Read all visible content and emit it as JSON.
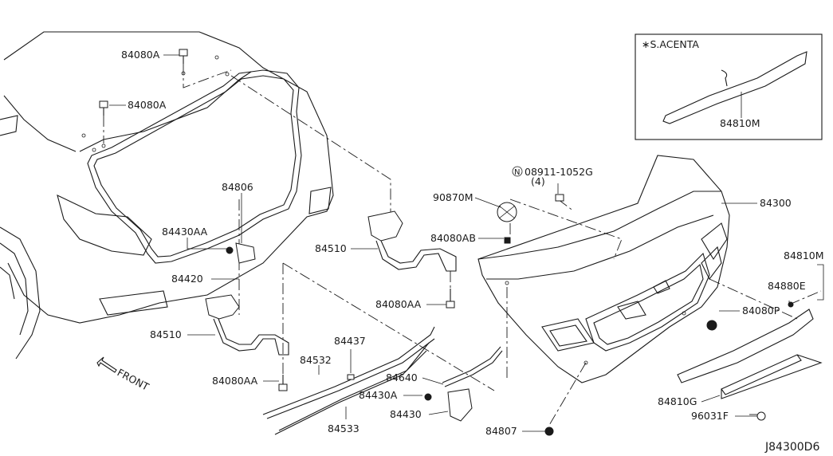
{
  "diagram_id": "J84300D6",
  "inset": {
    "title": "∗S.ACENTA",
    "part": "84810M"
  },
  "front_label": "FRONT",
  "callouts": {
    "c84080A_top": "84080A",
    "c84080A_mid": "84080A",
    "c84806": "84806",
    "c84430AA": "84430AA",
    "c84420": "84420",
    "c84510_left": "84510",
    "c84080AA_left": "84080AA",
    "c84510_mid": "84510",
    "c84080AA_mid": "84080AA",
    "c84437": "84437",
    "c84532": "84532",
    "c84640": "84640",
    "c84430A": "84430A",
    "c84430": "84430",
    "c84533": "84533",
    "c08911": "08911-1052G",
    "c08911_qty": "(4)",
    "c90870M": "90870M",
    "c84080AB": "84080AB",
    "c84300": "84300",
    "c84810M_right": "84810M",
    "c84880E": "84880E",
    "c84080P": "84080P",
    "c84810G": "84810G",
    "c96031F": "96031F",
    "c84807": "84807"
  }
}
